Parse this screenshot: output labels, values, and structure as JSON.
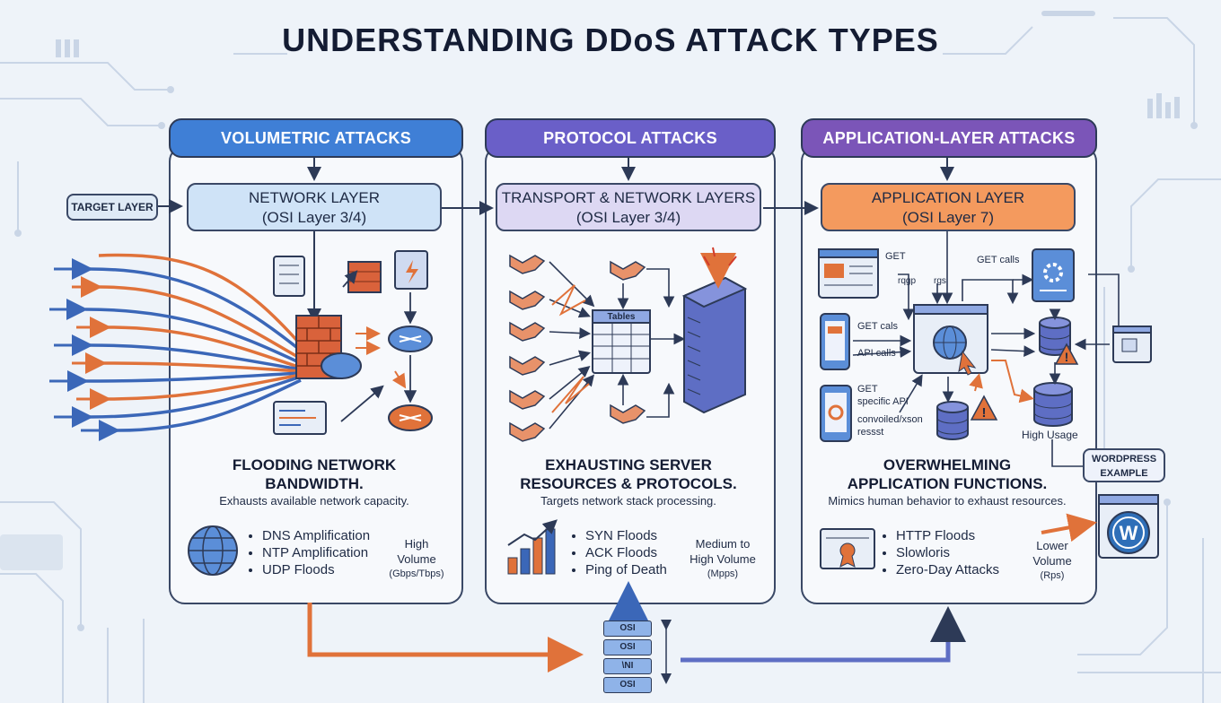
{
  "title": "UNDERSTANDING DDoS ATTACK TYPES",
  "target_layer_tag": "TARGET LAYER",
  "wordpress_tag": "WORDPRESS EXAMPLE",
  "colors": {
    "volumetric": "#3f7fd6",
    "protocol": "#6a5fc8",
    "application": "#7b55b8",
    "network_box": "#cfe3f7",
    "transport_box": "#ddd8f3",
    "application_box": "#f49a5e",
    "flow_blue": "#3b67b8",
    "flow_orange": "#e0723a"
  },
  "panels": {
    "volumetric": {
      "label": "VOLUMETRIC ATTACKS",
      "layer_line1": "NETWORK LAYER",
      "layer_line2": "(OSI Layer 3/4)",
      "heading_line1": "FLOODING NETWORK",
      "heading_line2": "BANDWIDTH.",
      "subtitle": "Exhausts available network capacity.",
      "bullets": [
        "DNS Amplification",
        "NTP Amplification",
        "UDP Floods"
      ],
      "volume_line1": "High",
      "volume_line2": "Volume",
      "volume_unit": "(Gbps/Tbps)"
    },
    "protocol": {
      "label": "PROTOCOL ATTACKS",
      "layer_line1": "TRANSPORT & NETWORK LAYERS",
      "layer_line2": "(OSI Layer 3/4)",
      "heading_line1": "EXHAUSTING SERVER",
      "heading_line2": "RESOURCES & PROTOCOLS.",
      "subtitle": "Targets network stack processing.",
      "bullets": [
        "SYN Floods",
        "ACK Floods",
        "Ping of Death"
      ],
      "volume_line1": "Medium to",
      "volume_line2": "High Volume",
      "volume_unit": "(Mpps)",
      "tables_label": "Tables"
    },
    "application": {
      "label": "APPLICATION-LAYER ATTACKS",
      "layer_line1": "APPLICATION LAYER",
      "layer_line2": "(OSI Layer 7)",
      "heading_line1": "OVERWHELMING",
      "heading_line2": "APPLICATION FUNCTIONS.",
      "subtitle": "Mimics human behavior to exhaust resources.",
      "bullets": [
        "HTTP Floods",
        "Slowloris",
        "Zero-Day Attacks"
      ],
      "volume_line1": "Lower",
      "volume_line2": "Volume",
      "volume_unit": "(Rps)",
      "labels": {
        "get1": "GET",
        "rqp": "rqgp",
        "rgs": "rgs",
        "get_calls_top": "GET calls",
        "get_cals": "GET cals",
        "api_calls": "API calls",
        "get2": "GET",
        "specific_api": "specific API",
        "convoiled": "convoiled/xson",
        "ressst": "ressst",
        "high_usage": "High Usage"
      }
    }
  },
  "osi_stack": [
    "OSI",
    "OSI",
    "\\NI",
    "OSI"
  ]
}
